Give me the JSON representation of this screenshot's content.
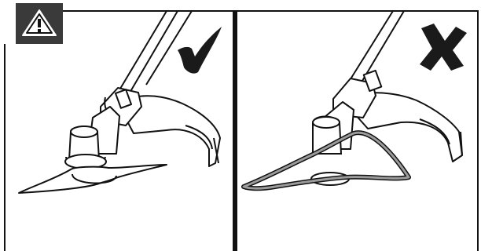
{
  "figure": {
    "warning_badge": {
      "icon": "warning-triangle-icon",
      "symbol": "!",
      "fill": "#3a3a3a"
    },
    "panels": [
      {
        "id": "correct",
        "status_icon": "checkmark-icon",
        "status": "correct",
        "accessory": "cutting-blade"
      },
      {
        "id": "incorrect",
        "status_icon": "cross-icon",
        "status": "incorrect",
        "accessory": "trimmer-line-loop"
      }
    ],
    "colors": {
      "line": "#111111",
      "mark": "#1a1a1a",
      "guard_shading": "#9b9b9b",
      "badge": "#3a3a3a"
    }
  }
}
